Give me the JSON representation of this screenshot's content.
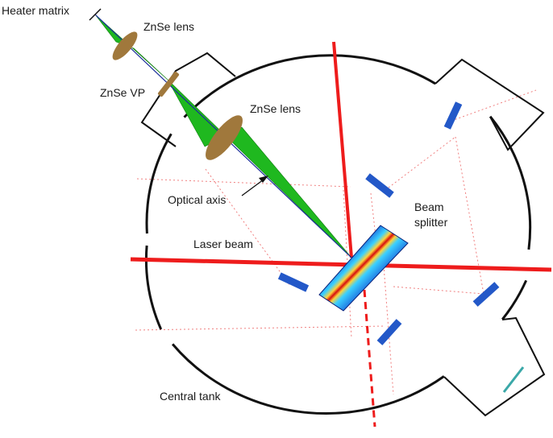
{
  "labels": {
    "heater_matrix": "Heater matrix",
    "znse_lens_top": "ZnSe lens",
    "znse_vp": "ZnSe VP",
    "znse_lens_mid": "ZnSe lens",
    "optical_axis": "Optical axis",
    "beam_splitter_line1": "Beam",
    "beam_splitter_line2": "splitter",
    "laser_beam": "Laser beam",
    "central_tank": "Central tank"
  },
  "colors": {
    "laser": "#ee1c1c",
    "cone_fill": "#1fb81f",
    "lens": "#a0783c",
    "mirror": "#2358c8",
    "tank": "#111111",
    "ray": "#f08080",
    "axis": "#1a2e9a"
  }
}
